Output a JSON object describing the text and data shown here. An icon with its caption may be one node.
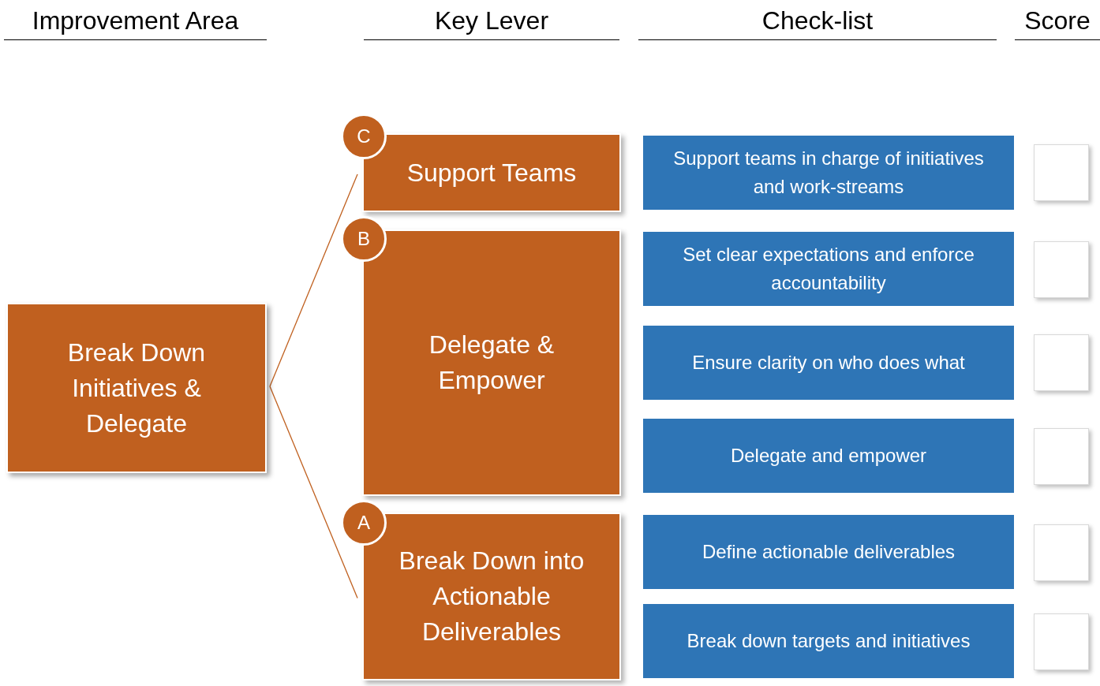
{
  "diagram": {
    "nodes": [
      {
        "text": [
          "Break Down Initiatives & Delegate"
        ]
      },
      {
        "text": [
          "C"
        ]
      },
      {
        "text": [
          "Support Teams"
        ]
      },
      {
        "text": [
          "B"
        ]
      },
      {
        "text": [
          "Delegate & Empower"
        ]
      },
      {
        "text": [
          "A"
        ]
      },
      {
        "text": [
          "Break Down into Actionable Deliverables"
        ]
      },
      {
        "text": [
          "Support teams in charge of initiatives and work-streams"
        ]
      },
      {
        "text": [
          "Set clear expectations and enforce accountability"
        ]
      },
      {
        "text": [
          "Ensure clarity on who does what"
        ]
      },
      {
        "text": [
          "Delegate and empower"
        ]
      },
      {
        "text": [
          "Define actionable deliverables"
        ]
      },
      {
        "text": [
          "Break down targets and initiatives"
        ]
      },
      {
        "text": [],
        "shape": "box"
      },
      {
        "text": [],
        "shape": "box"
      },
      {
        "text": [],
        "shape": "box"
      },
      {
        "text": [],
        "shape": "box"
      },
      {
        "text": [],
        "shape": "box"
      },
      {
        "text": [],
        "shape": "box"
      }
    ],
    "edges": [
      {
        "from": 0,
        "to": 2,
        "arrow": "none"
      },
      {
        "from": 0,
        "to": 6,
        "arrow": "none"
      }
    ],
    "labels": [
      "Improvement Area",
      "Key Lever",
      "Check-list",
      "Score"
    ]
  }
}
